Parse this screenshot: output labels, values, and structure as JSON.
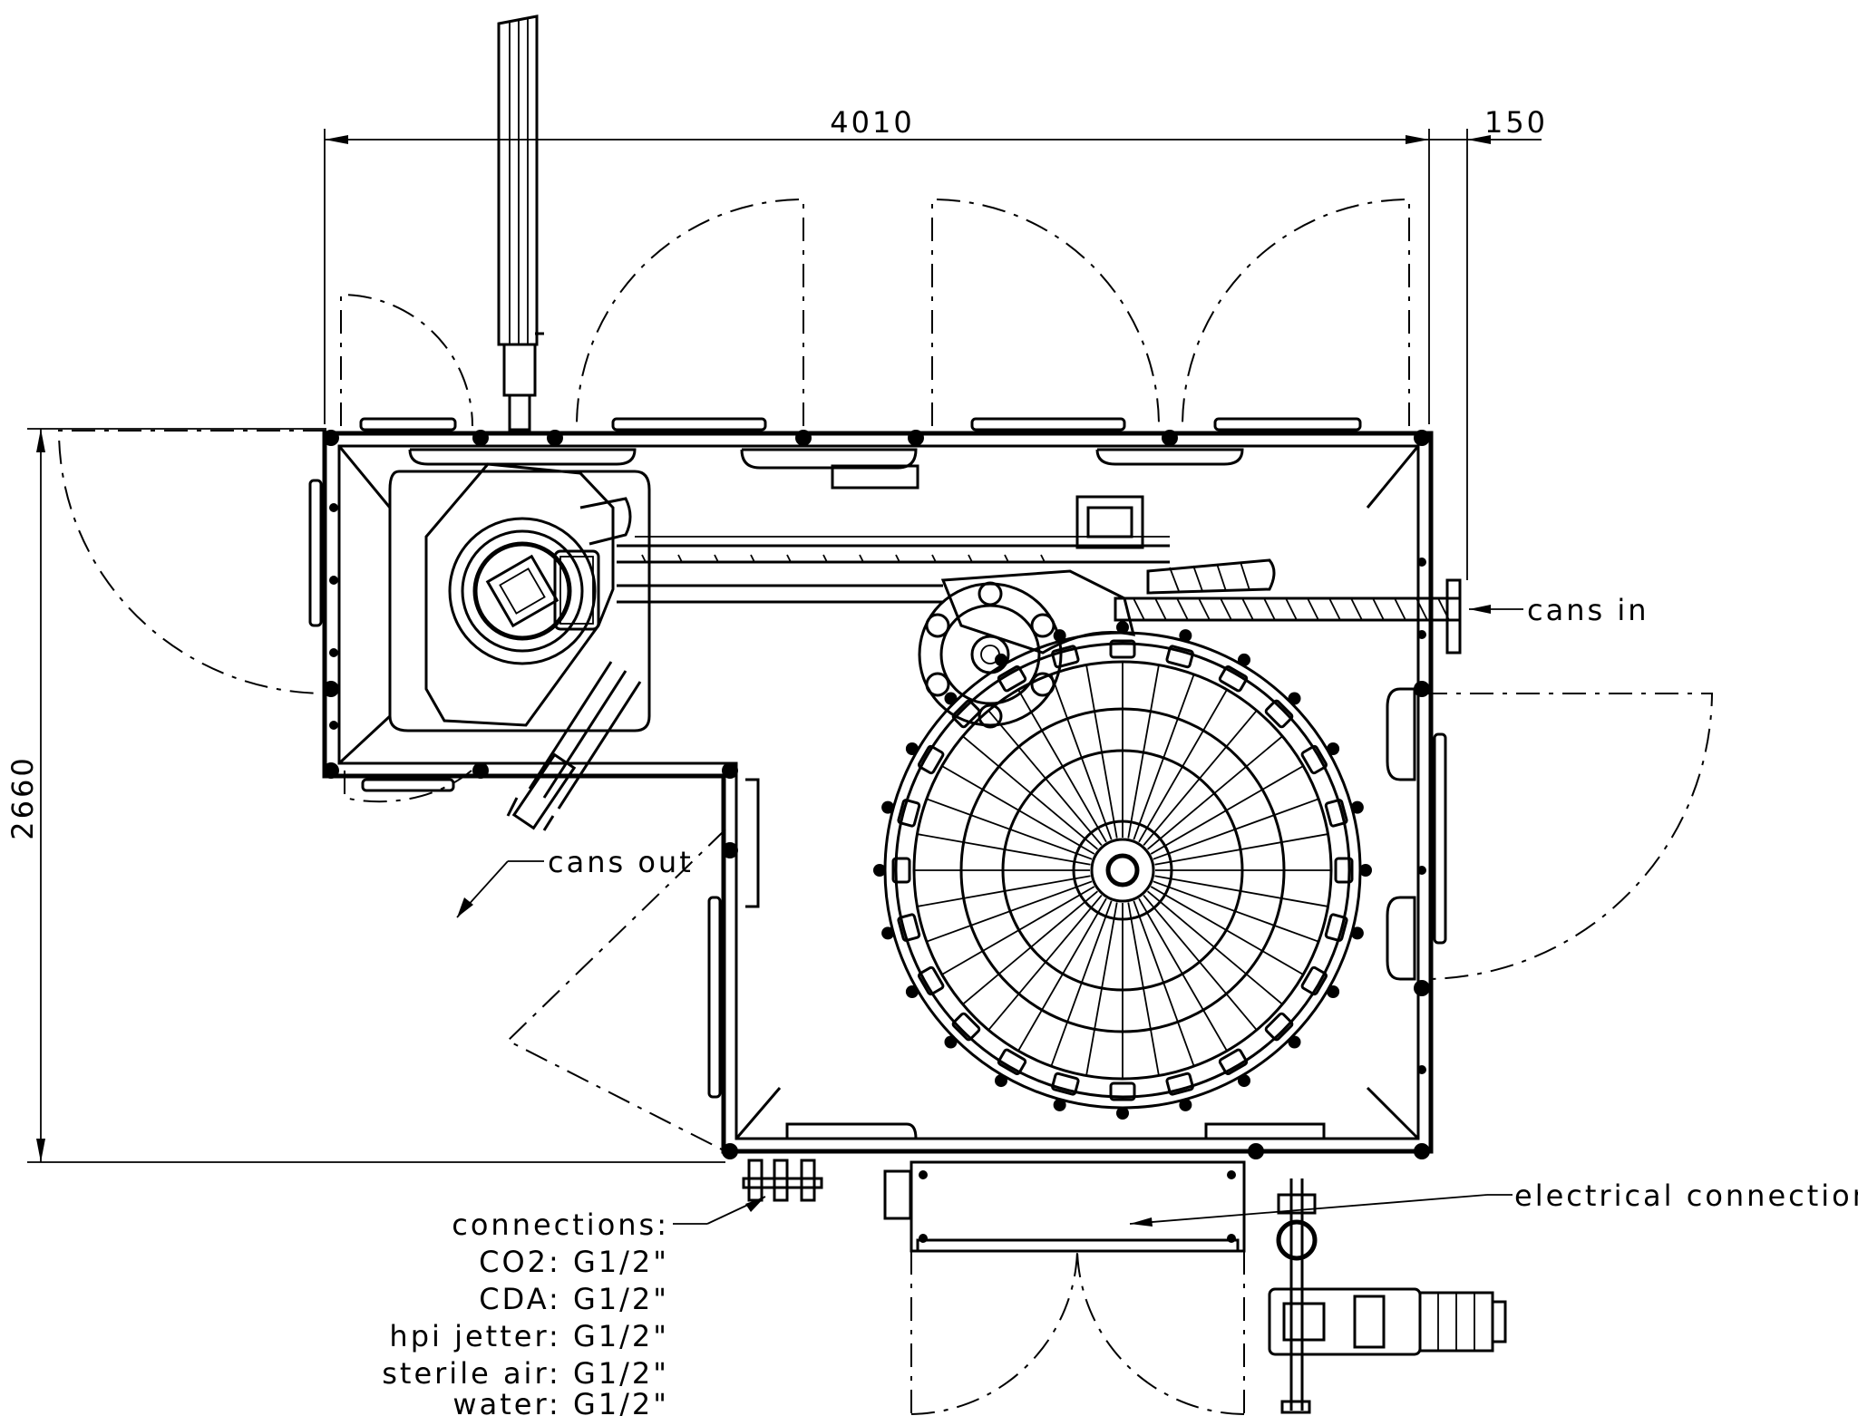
{
  "dimensions": {
    "overall_width": "4010",
    "offset": "150",
    "overall_height": "2660"
  },
  "labels": {
    "cans_in": "cans in",
    "cans_out": "cans out",
    "electrical": "electrical connections"
  },
  "connections": {
    "title": "connections:",
    "items": [
      "CO2: G1/2\"",
      "CDA: G1/2\"",
      "hpi jetter: G1/2\"",
      "sterile air: G1/2\"",
      "water: G1/2\""
    ]
  },
  "colors": {
    "ink": "#000000",
    "paper": "#ffffff"
  }
}
